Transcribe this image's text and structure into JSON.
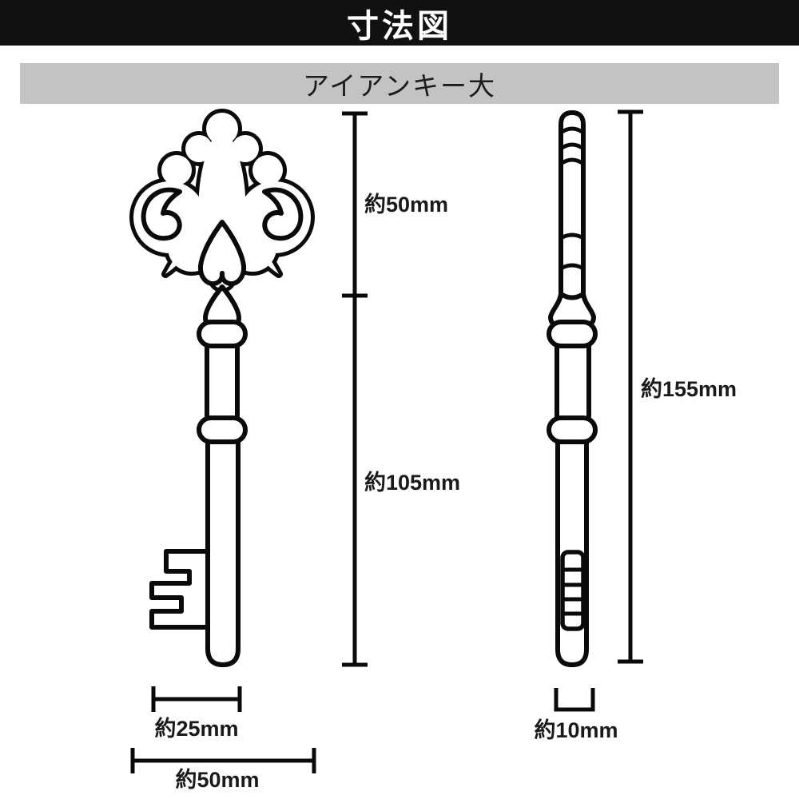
{
  "header": {
    "title": "寸法図"
  },
  "subtitle": {
    "label": "アイアンキー大"
  },
  "diagram": {
    "front_view": {
      "head_height": "約50mm",
      "shaft_height": "約105mm",
      "bit_width": "約25mm",
      "head_width": "約50mm"
    },
    "side_view": {
      "total_height": "約155mm",
      "thickness": "約10mm"
    }
  },
  "colors": {
    "header_bg": "#111111",
    "header_text": "#ffffff",
    "subtitle_bg": "#c3c3c3",
    "line": "#0a0a0a",
    "label_text": "#1a1a1a",
    "background": "#ffffff"
  }
}
